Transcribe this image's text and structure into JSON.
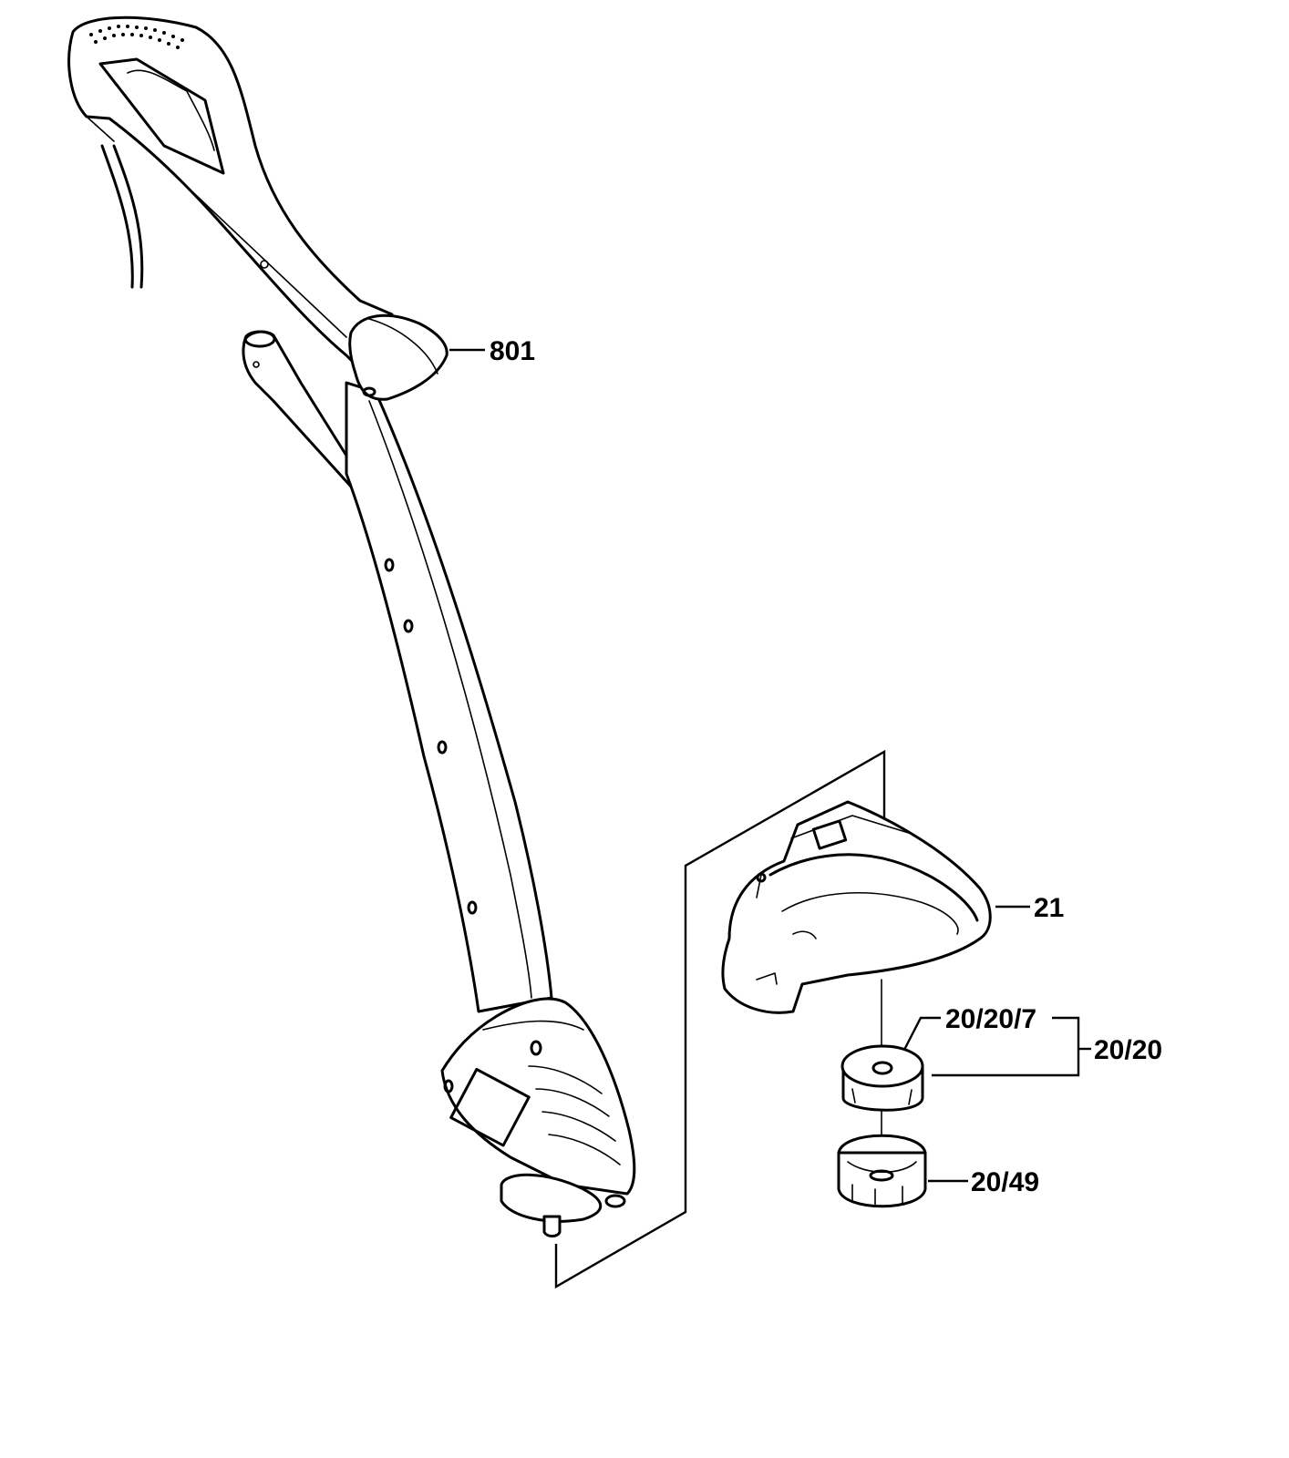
{
  "parts": [
    {
      "id": "part-801",
      "label": "801",
      "description_name": "handle-cap"
    },
    {
      "id": "part-21",
      "label": "21",
      "description_name": "guard"
    },
    {
      "id": "part-20-20-7",
      "label": "20/20/7",
      "description_name": "spool-cap"
    },
    {
      "id": "part-20-20",
      "label": "20/20",
      "description_name": "spool-assembly"
    },
    {
      "id": "part-20-49",
      "label": "20/49",
      "description_name": "spool-cover"
    }
  ],
  "colors": {
    "ink": "#000000",
    "paper": "#ffffff"
  }
}
